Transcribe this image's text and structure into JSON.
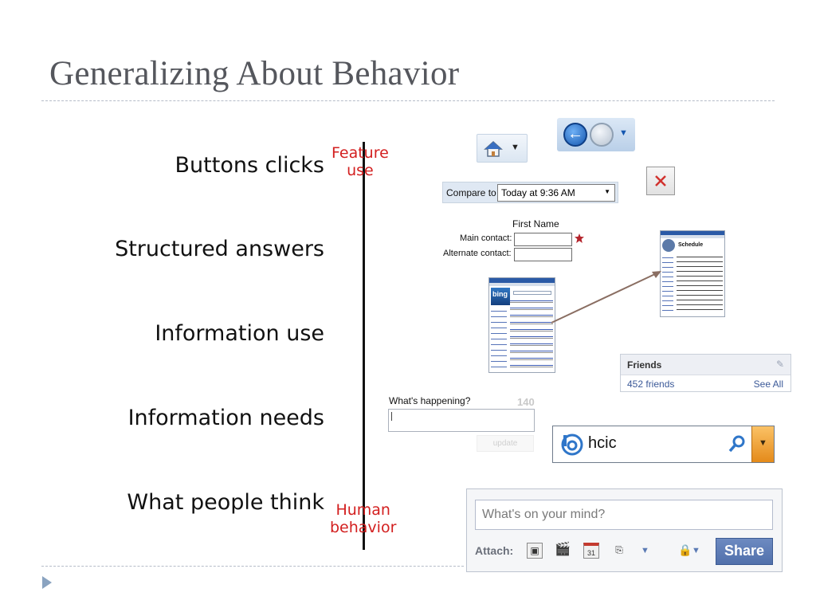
{
  "slide": {
    "title": "Generalizing About Behavior"
  },
  "levels": [
    {
      "label": "Buttons clicks"
    },
    {
      "label": "Structured answers"
    },
    {
      "label": "Information use"
    },
    {
      "label": "Information needs"
    },
    {
      "label": "What people think"
    }
  ],
  "axis": {
    "top_label": "Feature\nuse",
    "bottom_label": "Human\nbehavior",
    "label_color": "#d31f1f"
  },
  "compare": {
    "label": "Compare to",
    "value": "Today at 9:36 AM"
  },
  "contact_form": {
    "column_header": "First Name",
    "main_label": "Main contact:",
    "alternate_label": "Alternate contact:"
  },
  "friends_widget": {
    "title": "Friends",
    "count": "452 friends",
    "see_all": "See All"
  },
  "twitter": {
    "prompt": "What's happening?",
    "char_count": "140",
    "button": "update"
  },
  "bing_search": {
    "query": "hcic"
  },
  "facebook_status": {
    "placeholder": "What's on your mind?",
    "attach_label": "Attach:",
    "share_label": "Share",
    "calendar_day": "31"
  },
  "screenshots": {
    "schedule_title": "Schedule",
    "bing_logo": "bing"
  }
}
